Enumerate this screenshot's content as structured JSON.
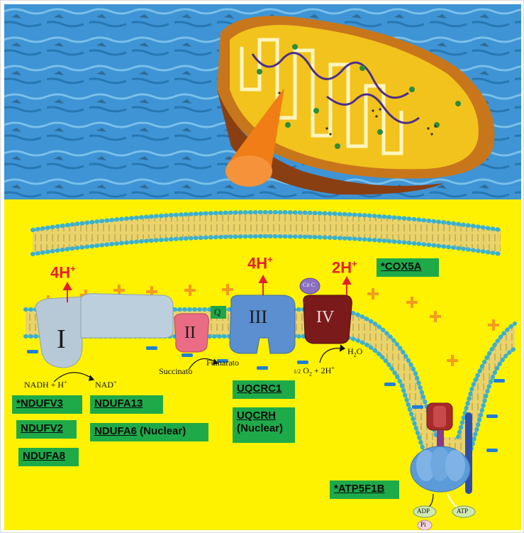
{
  "proton_labels": {
    "complex1": "4H",
    "complex3": "4H",
    "complex4": "2H",
    "charge": "+"
  },
  "complexes": {
    "c1": "I",
    "c2": "II",
    "c3": "III",
    "c4": "IV",
    "q": "Q",
    "cyt_c": "Cit C"
  },
  "reactions": {
    "nadh": "NADH + H",
    "nad": "NAD",
    "succinato": "Succinato",
    "fumarato": "Fumarato",
    "oxygen_half": "1/2",
    "oxygen": "O",
    "oxygen_sub": "2",
    "oxygen_rest": " + 2H",
    "water": "H",
    "water_sub": "2",
    "water_o": "O",
    "adp": "ADP",
    "atp": "ATP",
    "pi": "Pi"
  },
  "genes": {
    "ndufv3": "*NDUFV3",
    "ndufv2": "NDUFV2",
    "ndufa8": "NDUFA8",
    "ndufa13": "NDUFA13",
    "ndufa6": "NDUFA6",
    "ndufa6_note": " (Nuclear)",
    "uqcrc1": "UQCRC1",
    "uqcrh": "UQCRH",
    "uqcrh_note": "(Nuclear)",
    "cox5a": "*COX5A",
    "atp5f1b": "*ATP5F1B"
  },
  "colors": {
    "water_top": "#3c8fd0",
    "matrix_yellow": "#fff200",
    "gene_box": "#1faa4a",
    "proton_red": "#e5202a",
    "plus_orange": "#f39a1f",
    "complex_blue": "#b7c9d6",
    "complex3_blue": "#5b8fcf",
    "complex2_pink": "#ea6b84",
    "complex4_maroon": "#7a1a1a"
  }
}
